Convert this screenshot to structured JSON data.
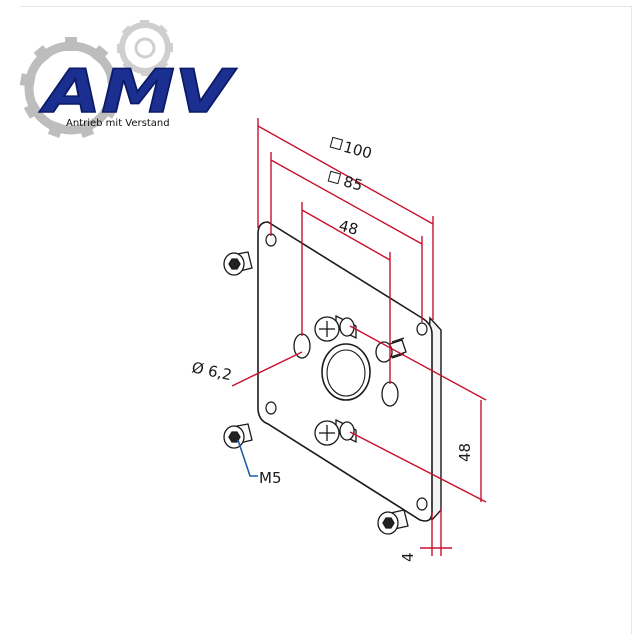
{
  "logo": {
    "brand": "AMV",
    "tagline": "Antrieb mit Verstand"
  },
  "dimensions": {
    "outer_width": "100",
    "hole_spacing": "85",
    "inner_spacing": "48",
    "vertical_spacing": "48",
    "thickness": "4",
    "hole_diameter": "Ø 6,2",
    "screw": "M5"
  },
  "colors": {
    "dimension": "#c8102e",
    "leader": "#1f5fa8",
    "logo_blue": "#1a2f8f",
    "gear": "#bdbdbd"
  }
}
